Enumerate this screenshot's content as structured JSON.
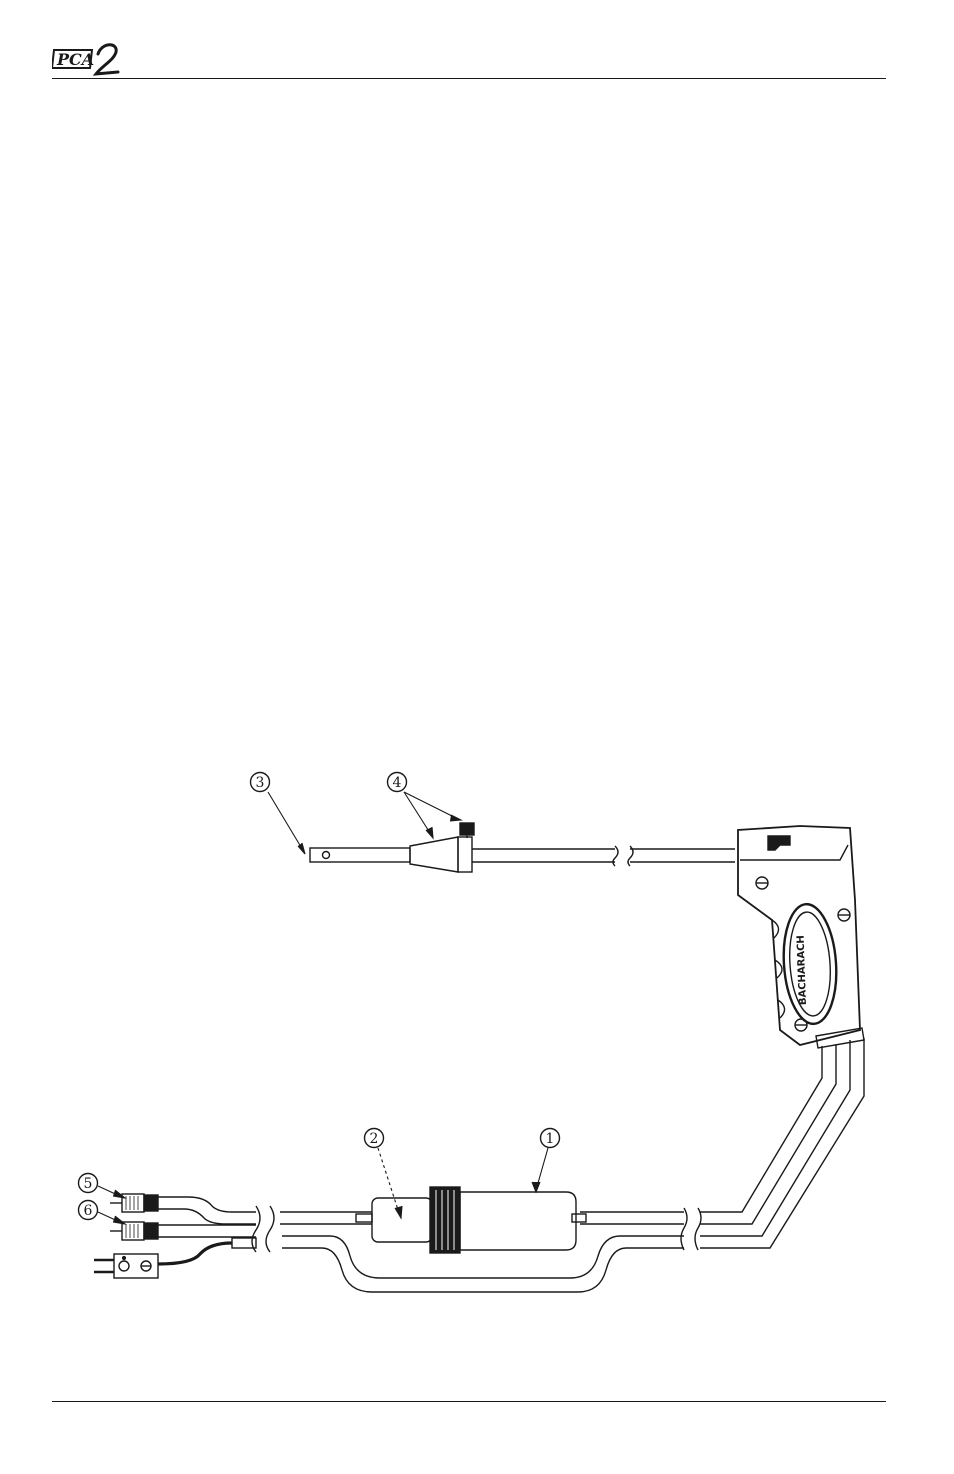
{
  "header": {
    "logo_text": "PCA2",
    "logo_icon": "pca2-logo-icon"
  },
  "figure": {
    "callouts": [
      {
        "id": "1",
        "label": "1",
        "target": "filter-body"
      },
      {
        "id": "2",
        "label": "2",
        "target": "filter-element"
      },
      {
        "id": "3",
        "label": "3",
        "target": "probe-tip"
      },
      {
        "id": "4",
        "label": "4",
        "target": "probe-stop"
      },
      {
        "id": "5",
        "label": "5",
        "target": "gas-hose-connector"
      },
      {
        "id": "6",
        "label": "6",
        "target": "draft-hose-connector"
      }
    ],
    "handle_brand": "BACHARACH"
  }
}
